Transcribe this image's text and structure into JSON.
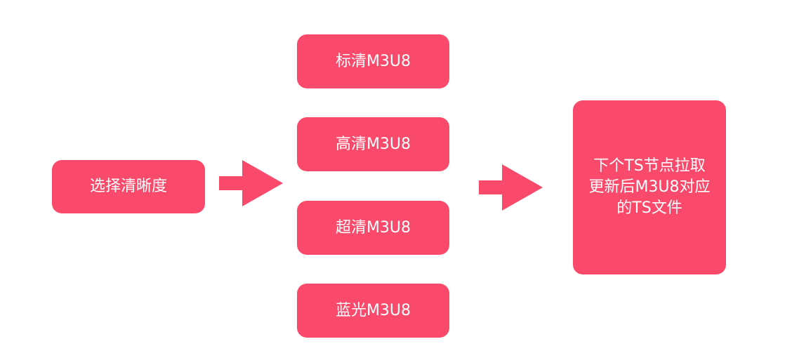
{
  "colors": {
    "box": "#fa4a6b",
    "text": "#ffffff",
    "background": "#ffffff"
  },
  "diagram": {
    "source": {
      "label": "选择清晰度"
    },
    "options": [
      {
        "label": "标清M3U8"
      },
      {
        "label": "高清M3U8"
      },
      {
        "label": "超清M3U8"
      },
      {
        "label": "蓝光M3U8"
      }
    ],
    "result": {
      "lines": [
        "下个TS节点拉取",
        "更新后M3U8对应",
        "的TS文件"
      ]
    }
  }
}
